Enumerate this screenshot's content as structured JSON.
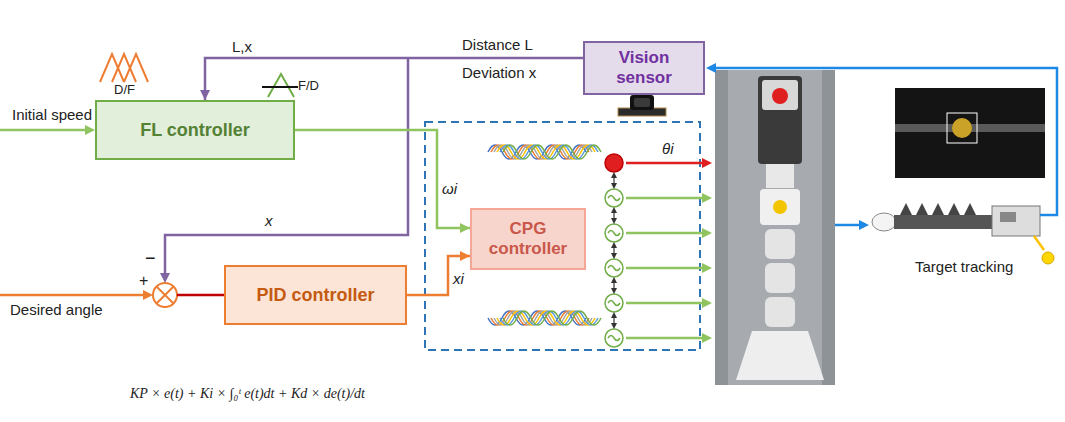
{
  "diagram": {
    "nodes": [
      {
        "text": [
          "Vision sensor"
        ]
      },
      {
        "text": [
          "FL controller"
        ]
      },
      {
        "text": [
          "CPG controller"
        ]
      },
      {
        "text": [
          "PID controller"
        ]
      }
    ],
    "edges": [
      {
        "from": 0,
        "to": 1,
        "arrow": "to"
      },
      {
        "from": 1,
        "to": 2,
        "arrow": "to"
      },
      {
        "from": 3,
        "to": 2,
        "arrow": "to"
      }
    ],
    "labels": [
      "Initial speed",
      "L,x",
      "D/F",
      "F/D",
      "Distance L",
      "Deviation x",
      "ωi",
      "x",
      "−",
      "+",
      "Desired angle",
      "xi",
      "θi",
      "Target tracking",
      "KP × e(t) + Ki × ∫₀ᵗ e(t)dt + Kd × de(t)/dt"
    ]
  }
}
